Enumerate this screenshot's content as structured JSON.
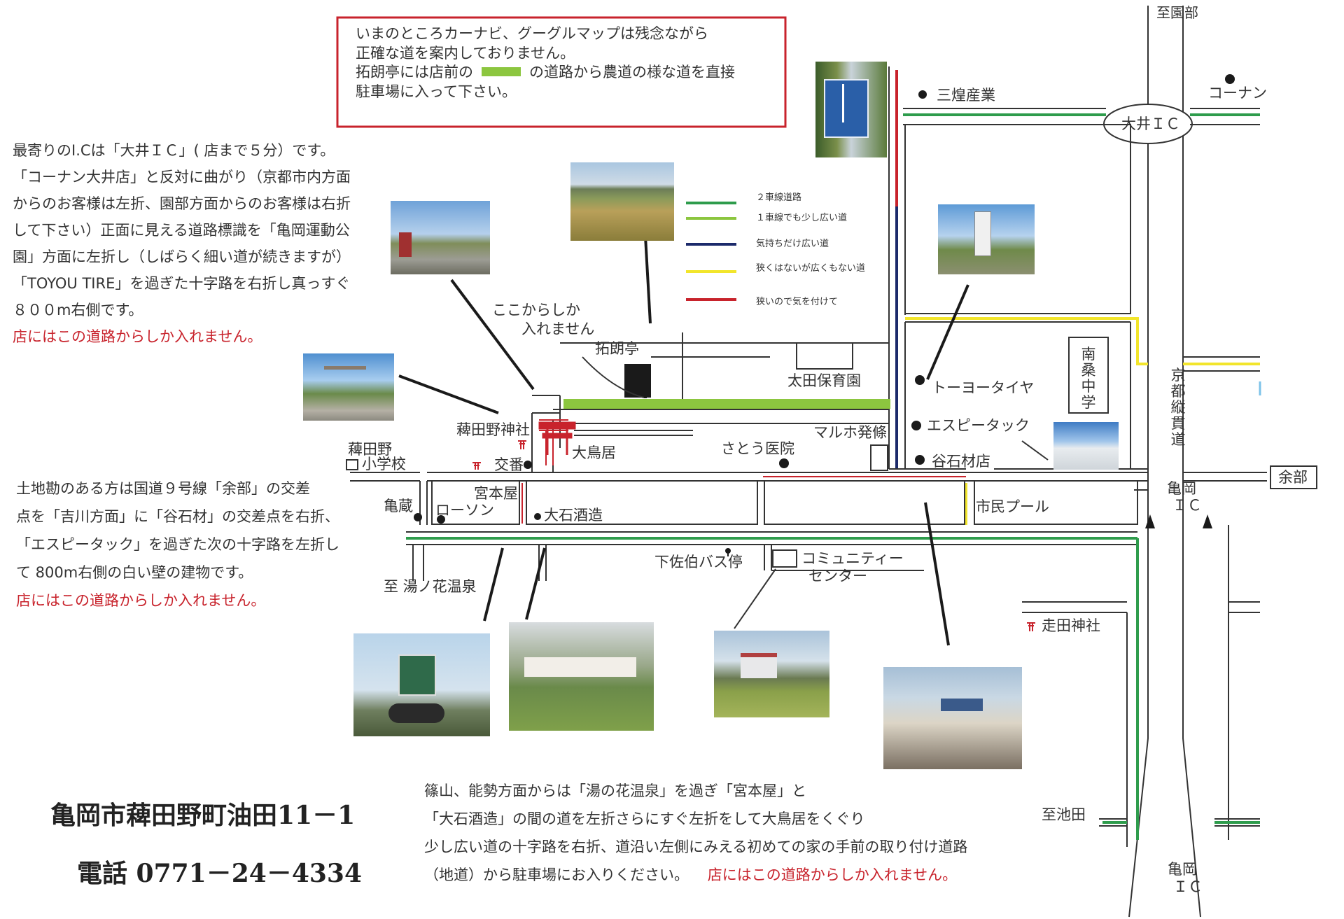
{
  "notice": {
    "line1": "いまのところカーナビ、グーグルマップは残念ながら",
    "line2": "正確な道を案内しておりません。",
    "line3a": "拓朗亭には店前の",
    "line3b": "の道路から農道の様な道を直接",
    "line4": "駐車場に入って下さい。"
  },
  "directions_ic": {
    "lines": [
      "最寄りのI.Cは「大井ＩＣ」( 店まで５分）です。",
      "「コーナン大井店」と反対に曲がり（京都市内方面",
      "からのお客様は左折、園部方面からのお客様は右折",
      "して下さい）正面に見える道路標識を「亀岡運動公",
      "園」方面に左折し（しばらく細い道が続きますが）",
      "「TOYOU TIRE」を過ぎた十字路を右折し真っすぐ",
      "８００m右側です。"
    ],
    "warning": "店にはこの道路からしか入れません。"
  },
  "directions_local": {
    "lines": [
      "土地勘のある方は国道９号線「余部」の交差",
      "点を「吉川方面」に「谷石材」の交差点を右折、",
      "「エスピータック」を過ぎた次の十字路を左折し",
      "て 800m右側の白い壁の建物です。"
    ],
    "warning": "店にはこの道路からしか入れません。"
  },
  "directions_bottom": {
    "lines": [
      "篠山、能勢方面からは「湯の花温泉」を過ぎ「宮本屋」と",
      "「大石酒造」の間の道を左折さらにすぐ左折をして大鳥居をくぐり",
      "少し広い道の十字路を右折、道沿い左側にみえる初めての家の手前の取り付け道路",
      "（地道）から駐車場にお入りください。"
    ],
    "warning": "店にはこの道路からしか入れません。"
  },
  "address": "亀岡市薭田野町油田11－1",
  "phone": "電話 0771－24－4334",
  "legend": {
    "items": [
      {
        "label": "２車線道路",
        "color": "#2e9c4c"
      },
      {
        "label": "１車線でも少し広い道",
        "color": "#8cc63f"
      },
      {
        "label": "気持ちだけ広い道",
        "color": "#1c2a6b"
      },
      {
        "label": "狭くはないが広くもない道",
        "color": "#f2e52b"
      },
      {
        "label": "狭いので気を付けて",
        "color": "#c8232c"
      }
    ]
  },
  "map": {
    "to_sonobe": "至園部",
    "sanko": "三煌産業",
    "konan": "コーナン",
    "oi_ic": "大井ＩＣ",
    "kyoto_road": "京都縦貫道",
    "minami_kuwa": "南桑中学",
    "amarube": "余部",
    "kameoka_ic1a": "亀岡",
    "kameoka_ic1b": "ＩＣ",
    "kameoka_ic2a": "亀岡",
    "kameoka_ic2b": "ＩＣ",
    "to_ikeda": "至池田",
    "hashirida": "走田神社",
    "toyo": "トーヨータイヤ",
    "sp_tack": "エスピータック",
    "taniishi": "谷石材店",
    "maruho": "マルホ発條",
    "ota_hoiku": "太田保育園",
    "takuroutei": "拓朗亭",
    "koko_kara1": "ここからしか",
    "koko_kara2": "入れません",
    "hiedano_shrine": "薭田野神社",
    "otorii": "大鳥居",
    "satou": "さとう医院",
    "koban": "交番",
    "hiedano_school1": "薭田野",
    "hiedano_school2": "小学校",
    "miyamoto": "宮本屋",
    "kamezo": "亀蔵",
    "lawson": "ローソン",
    "oishi": "大石酒造",
    "pool": "市民プール",
    "shimosaeki": "下佐伯バス停",
    "community1": "コミュニティー",
    "community2": "センター",
    "yunohana": "至 湯ノ花温泉"
  }
}
